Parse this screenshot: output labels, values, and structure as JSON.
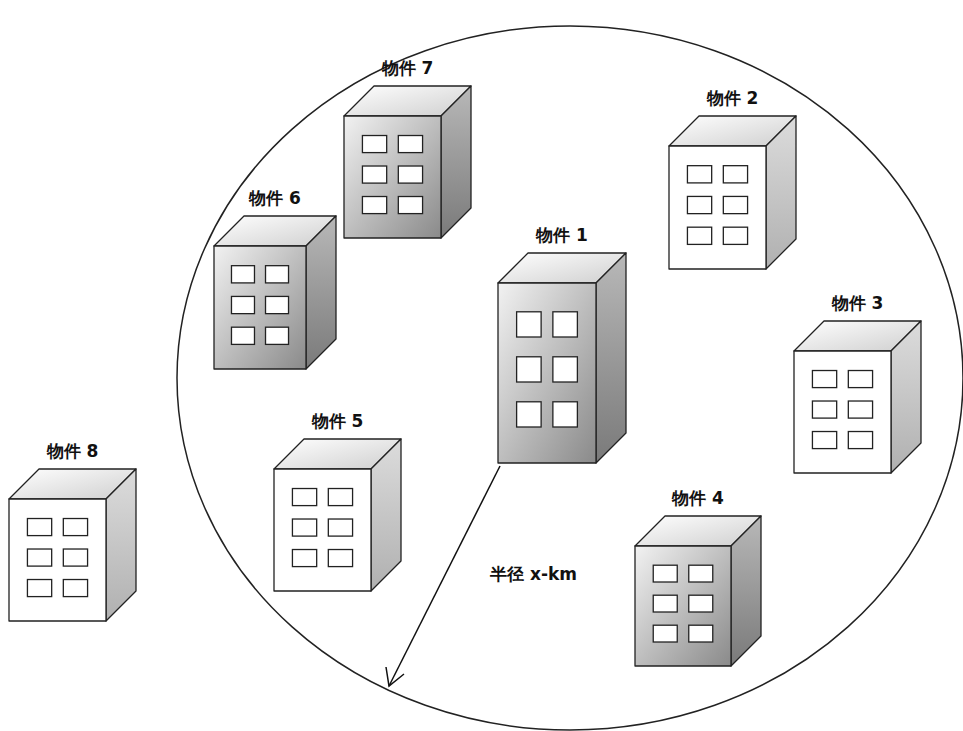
{
  "diagram": {
    "nodes": [
      {
        "text": [
          "物件 1"
        ]
      },
      {
        "text": [
          "物件 2"
        ]
      },
      {
        "text": [
          "物件 3"
        ]
      },
      {
        "text": [
          "物件 4"
        ]
      },
      {
        "text": [
          "物件 5"
        ]
      },
      {
        "text": [
          "物件 6"
        ]
      },
      {
        "text": [
          "物件 7"
        ]
      },
      {
        "text": [
          "物件 8"
        ]
      }
    ],
    "labels": [
      "半径 x-km"
    ]
  }
}
